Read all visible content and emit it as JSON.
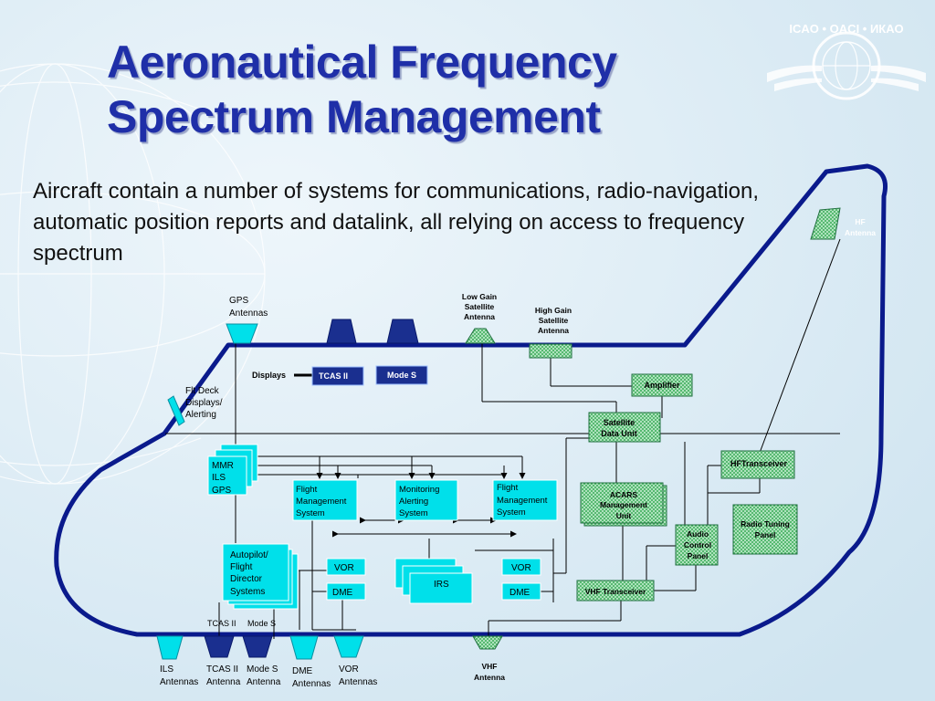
{
  "title": {
    "line1": "Aeronautical Frequency",
    "line2": "Spectrum Management"
  },
  "subtitle": "Aircraft contain a number of systems for communications, radio-navigation, automatic position reports and datalink, all relying on access to frequency spectrum",
  "logo": {
    "text": "ICAO • OACI • ИКАО",
    "icon": "icao-emblem-icon"
  },
  "labels": {
    "gps_antennas": [
      "GPS",
      "Antennas"
    ],
    "low_gain": [
      "Low Gain",
      "Satellite",
      "Antenna"
    ],
    "high_gain": [
      "High Gain",
      "Satellite",
      "Antenna"
    ],
    "hf_antenna": [
      "HF",
      "Antenna"
    ],
    "displays": "Displays",
    "flt_deck": [
      "Flt Deck",
      "Displays/",
      "Alerting"
    ],
    "tcas_ii_top": "TCAS II",
    "mode_s_top": "Mode S",
    "amplifier": "Amplifier",
    "satellite_data_unit": [
      "Satellite",
      "Data Unit"
    ],
    "hf_transceiver": "HFTransceiver",
    "mmr": [
      "MMR",
      "ILS",
      "GPS"
    ],
    "fms_left": [
      "Flight",
      "Management",
      "System"
    ],
    "monitoring": [
      "Monitoring",
      "Alerting",
      "System"
    ],
    "fms_right": [
      "Flight",
      "Management",
      "System"
    ],
    "acars": [
      "ACARS",
      "Management",
      "Unit"
    ],
    "radio_tuning": [
      "Radio Tuning",
      "Panel"
    ],
    "audio_control": [
      "Audio",
      "Control",
      "Panel"
    ],
    "autopilot": [
      "Autopilot/",
      "Flight",
      "Director",
      "Systems"
    ],
    "vor_left": "VOR",
    "dme_left": "DME",
    "irs": "IRS",
    "vor_right": "VOR",
    "dme_right": "DME",
    "vhf_transceiver": "VHF Transceiver",
    "tcas_ii_small": "TCAS II",
    "mode_s_small": "Mode S",
    "ils_antennas": [
      "ILS",
      "Antennas"
    ],
    "tcas_ii_antenna": [
      "TCAS II",
      "Antenna"
    ],
    "mode_s_antenna": [
      "Mode S",
      "Antenna"
    ],
    "dme_antennas": [
      "DME",
      "Antennas"
    ],
    "vor_antennas": [
      "VOR",
      "Antennas"
    ],
    "vhf_antenna": [
      "VHF",
      "Antenna"
    ]
  },
  "colors": {
    "title": "#1f2fa8",
    "fuselage": "#0a1a8c",
    "cyan_box": "#00e0ea",
    "navy_box": "#1a2f8f",
    "green_box": "#3fae5c",
    "teal_antenna": "#3ac6c6"
  }
}
